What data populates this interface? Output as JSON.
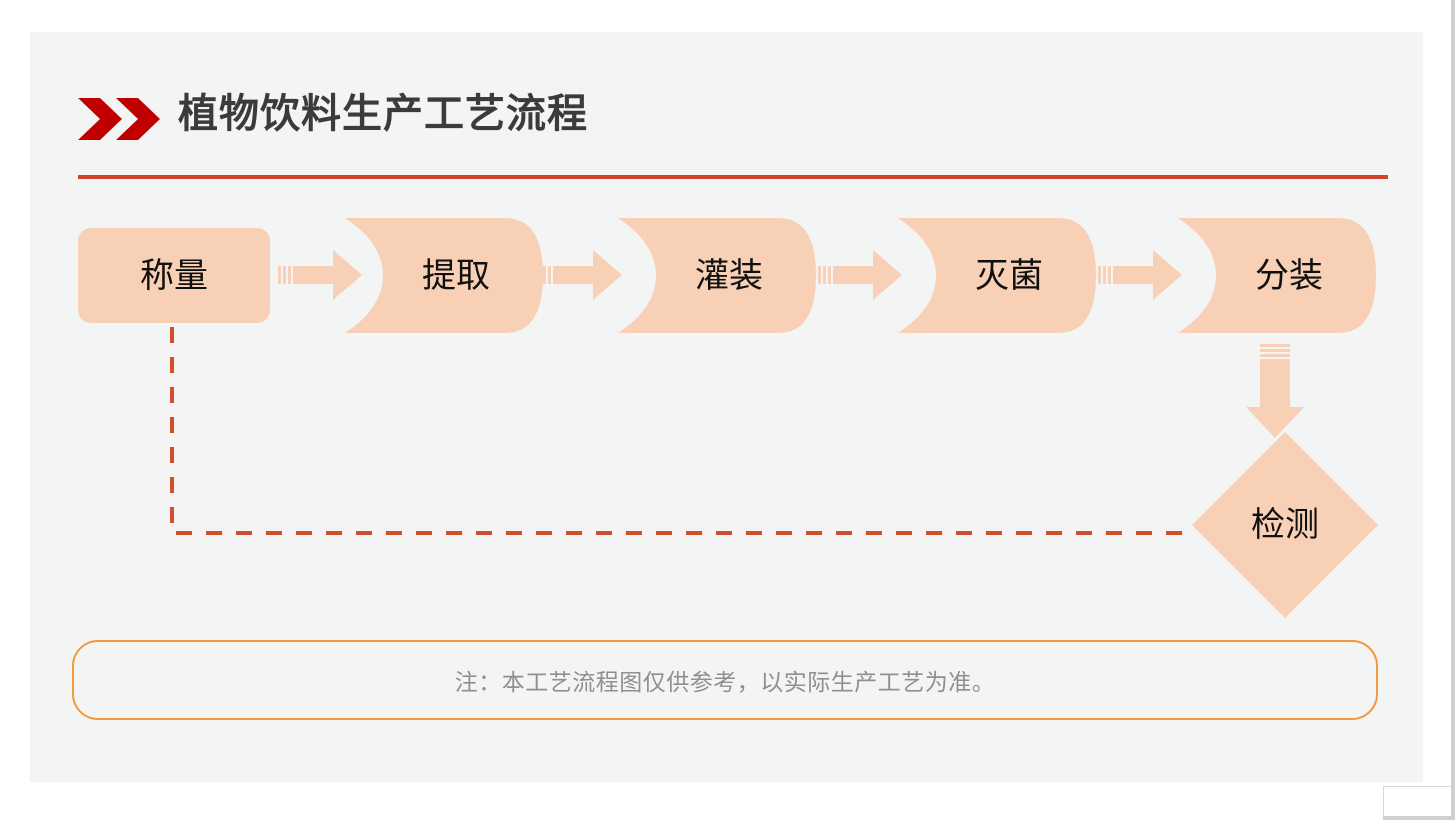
{
  "slide": {
    "title": "植物饮料生产工艺流程",
    "background_color": "#f3f4f4",
    "accent_color": "#c00000",
    "rule_color": "#d0432a"
  },
  "header": {
    "chevron_icon_1": "chevron-right-icon",
    "chevron_icon_2": "chevron-right-icon",
    "chevron_color": "#c00000"
  },
  "flow": {
    "node_fill": "#f7d0b6",
    "arrow_fill": "#f7d0b6",
    "nodes": [
      {
        "id": "weighing",
        "label": "称量",
        "shape": "rounded-rect"
      },
      {
        "id": "extraction",
        "label": "提取",
        "shape": "chevron-flag"
      },
      {
        "id": "filling",
        "label": "灌装",
        "shape": "chevron-flag"
      },
      {
        "id": "sterilize",
        "label": "灭菌",
        "shape": "chevron-flag"
      },
      {
        "id": "subpacking",
        "label": "分装",
        "shape": "chevron-flag-end"
      },
      {
        "id": "inspection",
        "label": "检测",
        "shape": "diamond"
      }
    ],
    "connectors": [
      {
        "id": "connector-1",
        "from": "称量",
        "to": "提取",
        "direction": "right"
      },
      {
        "id": "connector-2",
        "from": "提取",
        "to": "灌装",
        "direction": "right"
      },
      {
        "id": "connector-3",
        "from": "灌装",
        "to": "灭菌",
        "direction": "right"
      },
      {
        "id": "connector-4",
        "from": "灭菌",
        "to": "分装",
        "direction": "right"
      },
      {
        "id": "connector-down",
        "from": "分装",
        "to": "检测",
        "direction": "down"
      }
    ],
    "feedback": {
      "from": "检测",
      "to": "称量",
      "style": "dashed",
      "color": "#cf4e2c"
    }
  },
  "footer": {
    "note": "注：本工艺流程图仅供参考，以实际生产工艺为准。",
    "border_color": "#f2983f",
    "text_color": "#8f8f8f"
  }
}
